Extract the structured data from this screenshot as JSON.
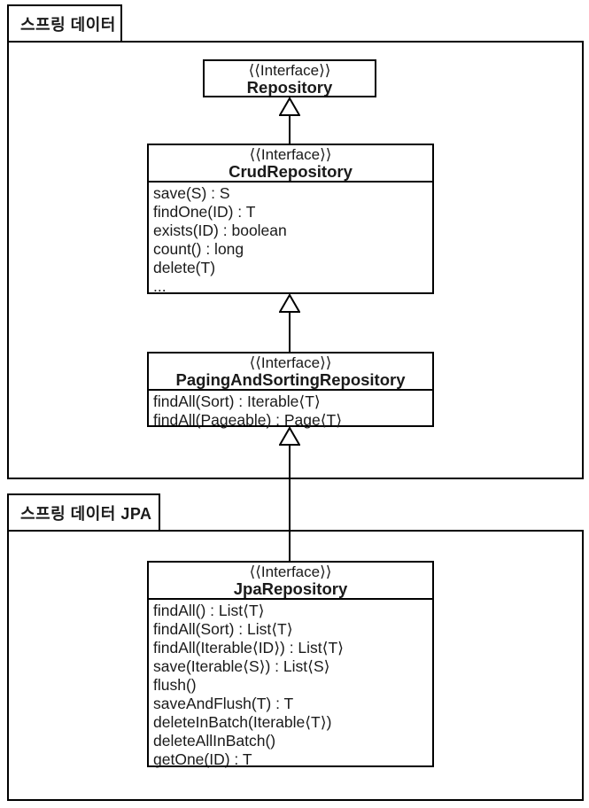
{
  "diagram": {
    "title": "Spring Data repository interface hierarchy",
    "colors": {
      "line": "#000000",
      "background": "#ffffff"
    },
    "packages": [
      {
        "label": "스프링 데이터"
      },
      {
        "label": "스프링 데이터 JPA"
      }
    ],
    "classes": {
      "repository": {
        "stereotype": "⟨⟨Interface⟩⟩",
        "name": "Repository",
        "methods": []
      },
      "crud": {
        "stereotype": "⟨⟨Interface⟩⟩",
        "name": "CrudRepository",
        "methods": [
          "save(S) : S",
          "findOne(ID) : T",
          "exists(ID) : boolean",
          "count() : long",
          "delete(T)",
          "..."
        ]
      },
      "paging": {
        "stereotype": "⟨⟨Interface⟩⟩",
        "name": "PagingAndSortingRepository",
        "methods": [
          "findAll(Sort) : Iterable⟨T⟩",
          "findAll(Pageable) : Page⟨T⟩"
        ]
      },
      "jpa": {
        "stereotype": "⟨⟨Interface⟩⟩",
        "name": "JpaRepository",
        "methods": [
          "findAll() : List⟨T⟩",
          "findAll(Sort) : List⟨T⟩",
          "findAll(Iterable⟨ID⟩) : List⟨T⟩",
          "save(Iterable⟨S⟩) : List⟨S⟩",
          "flush()",
          "saveAndFlush(T) : T",
          "deleteInBatch(Iterable⟨T⟩)",
          "deleteAllInBatch()",
          "getOne(ID) : T"
        ]
      }
    },
    "relations": [
      {
        "from": "CrudRepository",
        "to": "Repository",
        "type": "generalization"
      },
      {
        "from": "PagingAndSortingRepository",
        "to": "CrudRepository",
        "type": "generalization"
      },
      {
        "from": "JpaRepository",
        "to": "PagingAndSortingRepository",
        "type": "generalization"
      }
    ]
  }
}
